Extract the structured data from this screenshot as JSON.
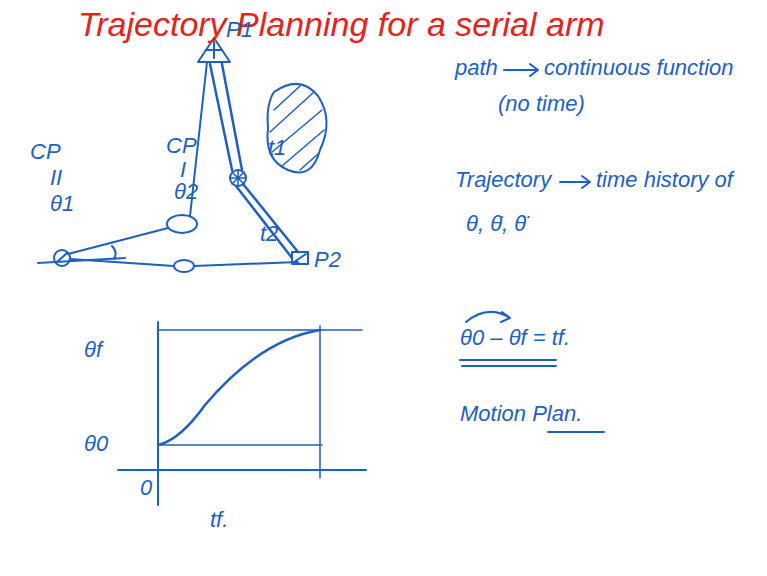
{
  "diagram": {
    "title": "Trajectory Planning for a serial arm",
    "labels": [
      "P1",
      "CP",
      "I",
      "θ2",
      "t1",
      "CP",
      "II",
      "θ1",
      "t2",
      "P2",
      "path",
      "continuous function",
      "(no time)",
      "Trajectory",
      "time history of",
      "θ, θ̇, θ̈",
      "θf",
      "θ0",
      "0",
      "tf.",
      "θ0 – θf = tf.",
      "Motion Plan."
    ]
  }
}
